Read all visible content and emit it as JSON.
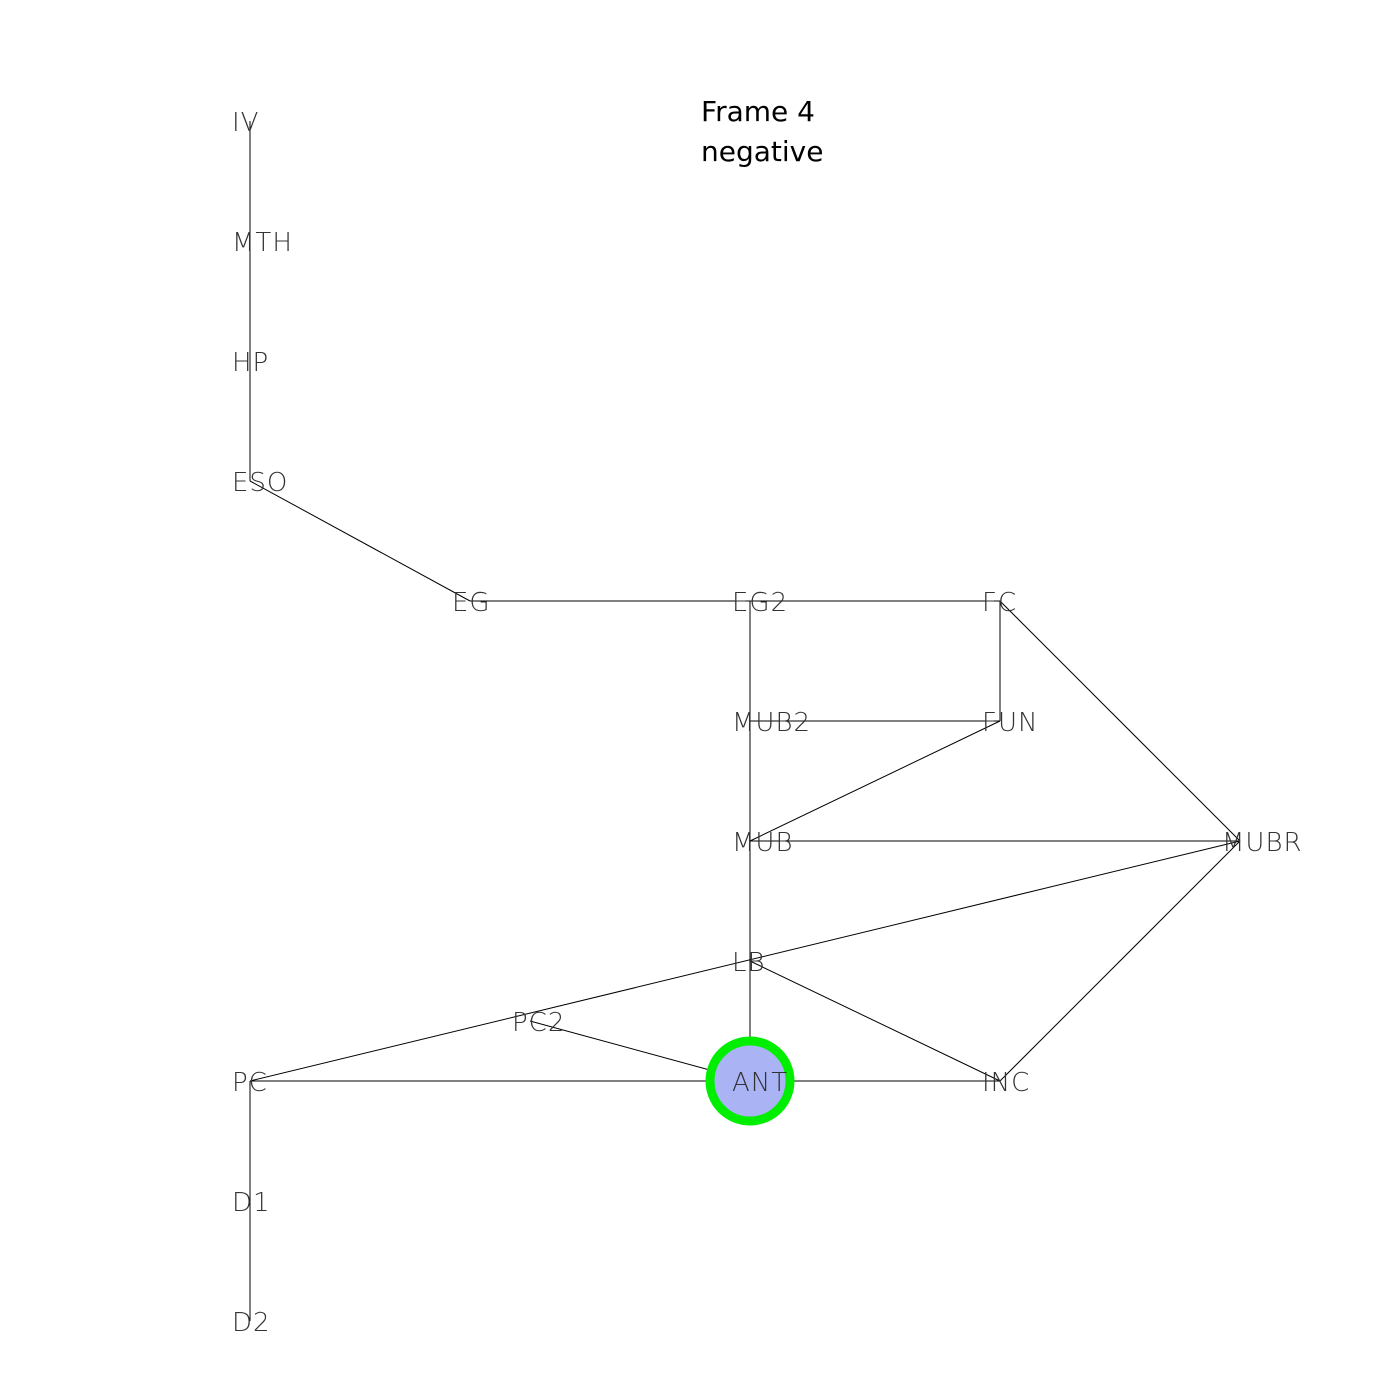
{
  "title": {
    "line1": "Frame  4",
    "line2": "negative"
  },
  "highlight": {
    "node": "ANT",
    "fill": "#aab4f5",
    "ring": "#00ee00"
  },
  "colors": {
    "edge": "#000000",
    "label": "#333333",
    "background": "#ffffff"
  },
  "nodes": [
    {
      "id": "IV",
      "label": "IV"
    },
    {
      "id": "MTH",
      "label": "MTH"
    },
    {
      "id": "HP",
      "label": "HP"
    },
    {
      "id": "ESO",
      "label": "ESO"
    },
    {
      "id": "EG",
      "label": "EG"
    },
    {
      "id": "EG2",
      "label": "EG2"
    },
    {
      "id": "FC",
      "label": "FC"
    },
    {
      "id": "MUB2",
      "label": "MUB2"
    },
    {
      "id": "FUN",
      "label": "FUN"
    },
    {
      "id": "MUB",
      "label": "MUB"
    },
    {
      "id": "MUBR",
      "label": "MUBR"
    },
    {
      "id": "LB",
      "label": "LB"
    },
    {
      "id": "PC2",
      "label": "PC2"
    },
    {
      "id": "PC",
      "label": "PC"
    },
    {
      "id": "ANT",
      "label": "ANT"
    },
    {
      "id": "INC",
      "label": "INC"
    },
    {
      "id": "D1",
      "label": "D1"
    },
    {
      "id": "D2",
      "label": "D2"
    }
  ],
  "edges": [
    [
      "IV",
      "MTH"
    ],
    [
      "MTH",
      "HP"
    ],
    [
      "HP",
      "ESO"
    ],
    [
      "ESO",
      "EG"
    ],
    [
      "EG",
      "EG2"
    ],
    [
      "EG2",
      "FC"
    ],
    [
      "EG2",
      "MUB2"
    ],
    [
      "FC",
      "FUN"
    ],
    [
      "FC",
      "MUBR"
    ],
    [
      "MUB2",
      "FUN"
    ],
    [
      "MUB2",
      "MUB"
    ],
    [
      "FUN",
      "MUB"
    ],
    [
      "MUB",
      "MUBR"
    ],
    [
      "MUB",
      "LB"
    ],
    [
      "LB",
      "ANT"
    ],
    [
      "LB",
      "INC"
    ],
    [
      "MUBR",
      "PC"
    ],
    [
      "MUBR",
      "INC"
    ],
    [
      "PC2",
      "ANT"
    ],
    [
      "PC",
      "ANT"
    ],
    [
      "ANT",
      "INC"
    ],
    [
      "PC",
      "D1"
    ],
    [
      "D1",
      "D2"
    ]
  ]
}
